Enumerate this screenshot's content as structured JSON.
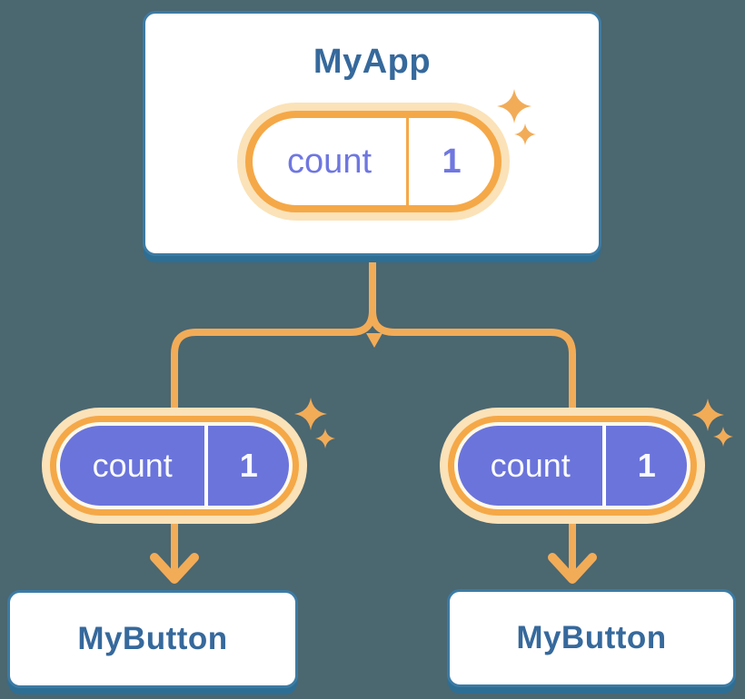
{
  "colors": {
    "background": "#4B6770",
    "card_border": "#3C7BA4",
    "card_shadow": "#2D6E95",
    "heading_text": "#36699C",
    "accent_orange": "#F2AC58",
    "ring_orange": "#F5A847",
    "halo_peach": "#FBE2B8",
    "pill_purple": "#6B74DB",
    "pill_text_light": "#6F77E0",
    "pill_text_dark": "#F9FBFF",
    "pill_gap_cream": "#FFF9EC"
  },
  "diagram": {
    "root": {
      "title": "MyApp",
      "state": {
        "label": "count",
        "value": "1"
      }
    },
    "children": [
      {
        "title": "MyButton",
        "prop": {
          "label": "count",
          "value": "1"
        }
      },
      {
        "title": "MyButton",
        "prop": {
          "label": "count",
          "value": "1"
        }
      }
    ]
  }
}
